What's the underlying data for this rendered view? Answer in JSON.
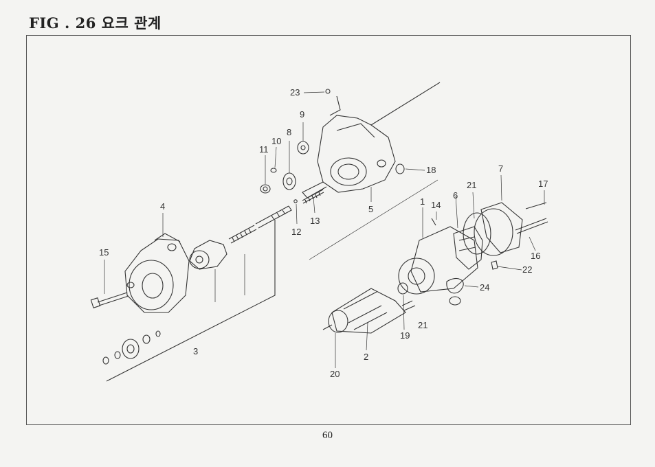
{
  "header": {
    "title": "FIG . 26  요크 관계"
  },
  "footer": {
    "page_number": "60"
  },
  "callouts": [
    "1",
    "2",
    "3",
    "4",
    "5",
    "6",
    "7",
    "8",
    "9",
    "10",
    "11",
    "12",
    "13",
    "14",
    "15",
    "16",
    "17",
    "18",
    "19",
    "20",
    "21",
    "21",
    "22",
    "23",
    "24"
  ]
}
